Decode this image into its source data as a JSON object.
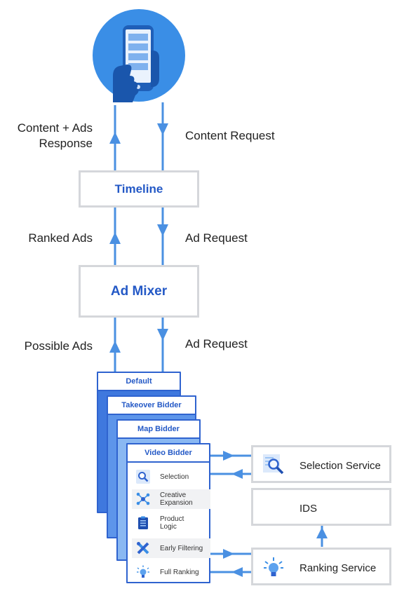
{
  "labels": {
    "content_ads_response_line1": "Content + Ads",
    "content_ads_response_line2": "Response",
    "content_request": "Content Request",
    "ranked_ads": "Ranked Ads",
    "ad_request_1": "Ad Request",
    "possible_ads": "Possible Ads",
    "ad_request_2": "Ad Request"
  },
  "nodes": {
    "timeline": "Timeline",
    "ad_mixer": "Ad Mixer"
  },
  "bidders": {
    "default": "Default",
    "takeover": "Takeover Bidder",
    "map": "Map Bidder",
    "video": "Video Bidder"
  },
  "video_bidder_steps": [
    {
      "label_line1": "Selection",
      "label_line2": "",
      "icon": "magnifier-icon"
    },
    {
      "label_line1": "Creative",
      "label_line2": "Expansion",
      "icon": "network-nodes-icon"
    },
    {
      "label_line1": "Product",
      "label_line2": "Logic",
      "icon": "clipboard-list-icon"
    },
    {
      "label_line1": "Early Filtering",
      "label_line2": "",
      "icon": "crossed-tools-icon"
    },
    {
      "label_line1": "Full Ranking",
      "label_line2": "",
      "icon": "lightbulb-icon"
    }
  ],
  "services": {
    "selection": "Selection Service",
    "ids": "IDS",
    "ranking": "Ranking Service"
  },
  "colors": {
    "arrow_blue": "#4a90e2",
    "title_blue": "#2459c6",
    "box_border": "#d5d7db",
    "card_blue_1": "#3f78de",
    "card_blue_2": "#5d95ea",
    "card_blue_3": "#8ab8f2",
    "phone_circle": "#3a8ee6"
  }
}
